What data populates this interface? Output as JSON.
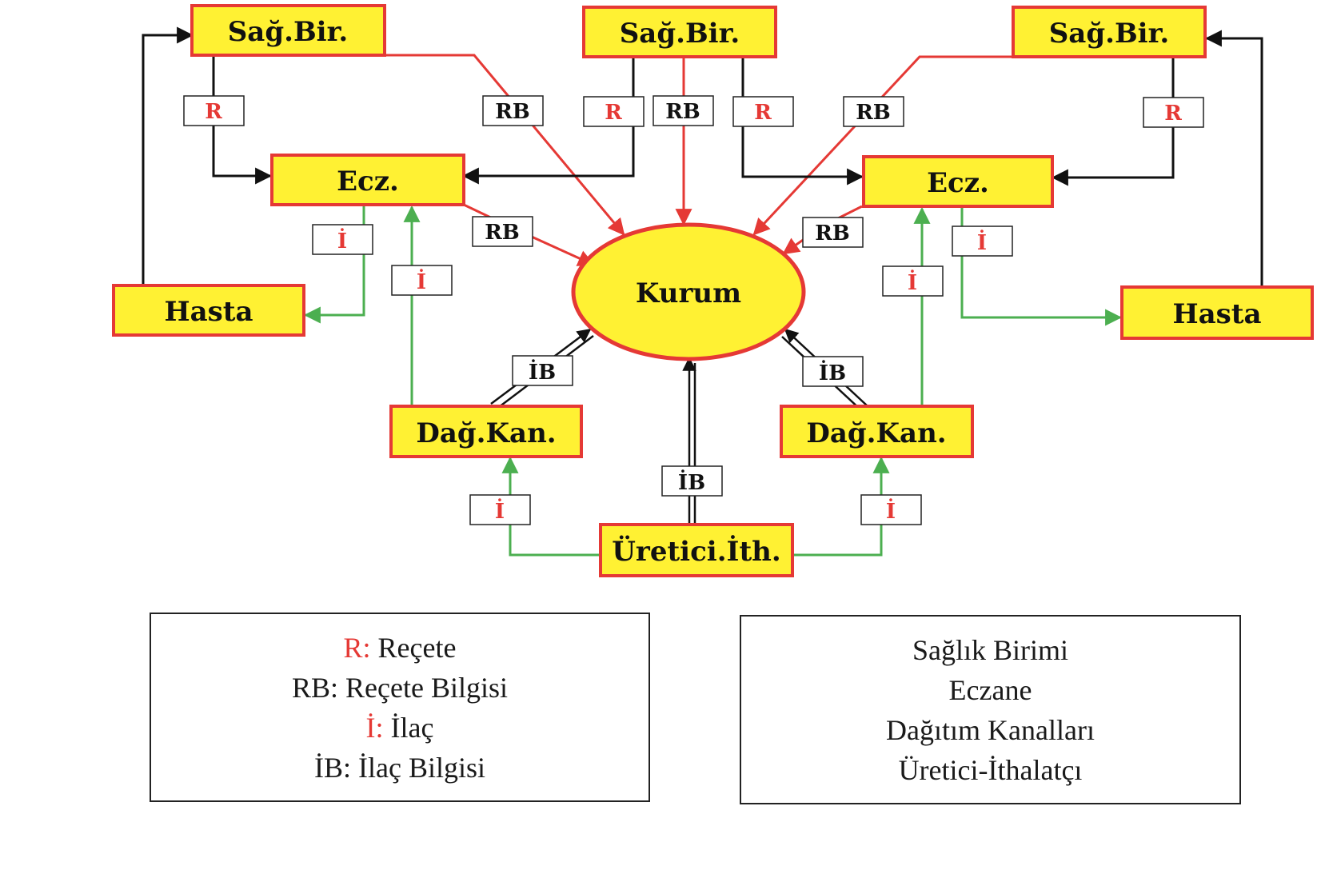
{
  "colors": {
    "node_fill": "#fff133",
    "node_border": "#e53935",
    "prescription": "#e53935",
    "drug": "#4caf50",
    "info": "#111111"
  },
  "nodes": {
    "sag_bir": "Sağ.Bir.",
    "ecz": "Ecz.",
    "hasta": "Hasta",
    "kurum": "Kurum",
    "dag_kan": "Dağ.Kan.",
    "uretici": "Üretici.İth."
  },
  "edge_labels": {
    "r": "R",
    "rb": "RB",
    "i": "İ",
    "ib": "İB"
  },
  "legend_abbrev": {
    "items": [
      {
        "key": "R:",
        "text": " Reçete",
        "key_red": true
      },
      {
        "key": "RB:",
        "text": " Reçete Bilgisi",
        "key_red": false
      },
      {
        "key": "İ:",
        "text": " İlaç",
        "key_red": true
      },
      {
        "key": "İB:",
        "text": " İlaç Bilgisi",
        "key_red": false
      }
    ]
  },
  "legend_terms": {
    "items": [
      "Sağlık Birimi",
      "Eczane",
      "Dağıtım Kanalları",
      "Üretici-İthalatçı"
    ]
  }
}
